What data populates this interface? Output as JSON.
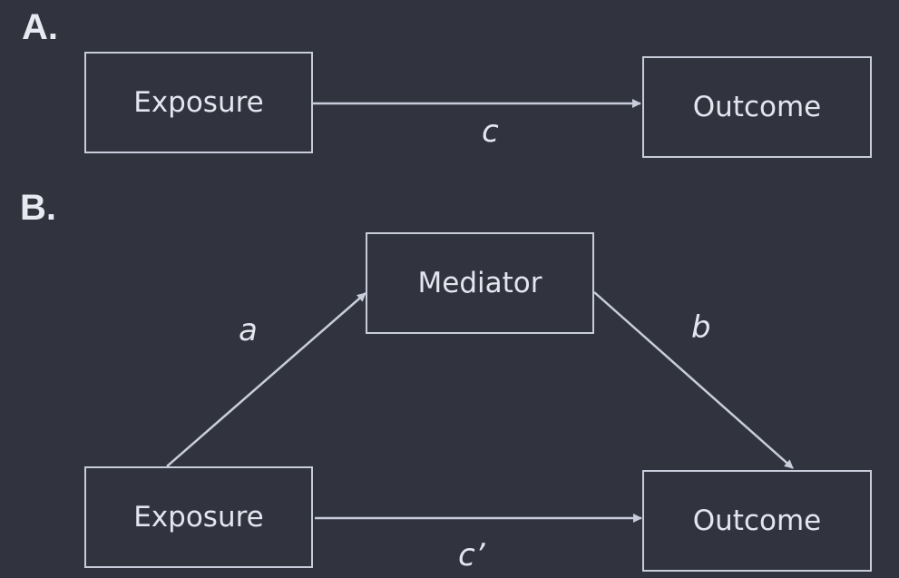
{
  "panel_a": {
    "label": "A.",
    "exposure": "Exposure",
    "outcome": "Outcome",
    "path_c": "c"
  },
  "panel_b": {
    "label": "B.",
    "mediator": "Mediator",
    "exposure": "Exposure",
    "outcome": "Outcome",
    "path_a": "a",
    "path_b": "b",
    "path_c_prime": "c’"
  },
  "colors": {
    "background": "#31333f",
    "stroke": "#c9cddb",
    "text": "#e3e6ef"
  }
}
